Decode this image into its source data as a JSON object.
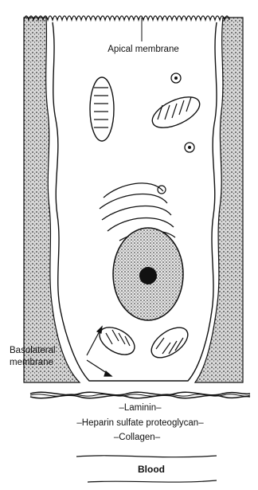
{
  "diagram": {
    "labels": {
      "apical": "Apical membrane",
      "basolateral_line1": "Basolateral",
      "basolateral_line2": "membrane",
      "laminin": "–Laminin–",
      "heparin": "–Heparin sulfate proteoglycan–",
      "collagen": "–Collagen–",
      "blood": "Blood"
    }
  }
}
